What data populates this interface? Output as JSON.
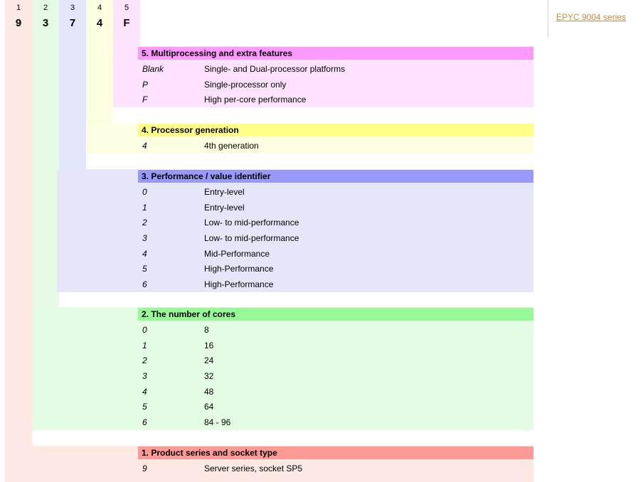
{
  "part_number": {
    "columns": [
      {
        "index": "1",
        "char": "9",
        "band_color": "#fde8e4",
        "header_color": "#fde8e4"
      },
      {
        "index": "2",
        "char": "3",
        "band_color": "#e6fae6",
        "header_color": "#e6fae6"
      },
      {
        "index": "3",
        "char": "7",
        "band_color": "#e4e6fb",
        "header_color": "#e4e6fb"
      },
      {
        "index": "4",
        "char": "4",
        "band_color": "#fdfde0",
        "header_color": "#fdfde0"
      },
      {
        "index": "5",
        "char": "F",
        "band_color": "#fde4fd",
        "header_color": "#fde4fd"
      }
    ]
  },
  "sections": [
    {
      "id": "multiprocessing",
      "number": "5",
      "title": "5. Multiprocessing and extra features",
      "header_color": "#ff99ff",
      "body_color": "#ffe2ff",
      "rows": [
        {
          "key": "Blank",
          "desc": "Single- and Dual-processor platforms"
        },
        {
          "key": "P",
          "desc": "Single-processor only"
        },
        {
          "key": "F",
          "desc": "High per-core performance"
        }
      ]
    },
    {
      "id": "processor-generation",
      "number": "4",
      "title": "4. Processor generation",
      "header_color": "#ffff88",
      "body_color": "#ffffe4",
      "rows": [
        {
          "key": "4",
          "desc": "4th generation"
        }
      ]
    },
    {
      "id": "performance-value-identifier",
      "number": "3",
      "title": "3. Performance / value identifier",
      "header_color": "#9999f9",
      "body_color": "#e6e6fa",
      "rows": [
        {
          "key": "0",
          "desc": "Entry-level"
        },
        {
          "key": "1",
          "desc": "Entry-level"
        },
        {
          "key": "2",
          "desc": "Low- to mid-performance"
        },
        {
          "key": "3",
          "desc": "Low- to mid-performance"
        },
        {
          "key": "4",
          "desc": "Mid-Performance"
        },
        {
          "key": "5",
          "desc": "High-Performance"
        },
        {
          "key": "6",
          "desc": "High-Performance"
        }
      ]
    },
    {
      "id": "number-of-cores",
      "number": "2",
      "title": "2. The number of cores",
      "header_color": "#96fa96",
      "body_color": "#e4fbe4",
      "rows": [
        {
          "key": "0",
          "desc": "8"
        },
        {
          "key": "1",
          "desc": "16"
        },
        {
          "key": "2",
          "desc": "24"
        },
        {
          "key": "3",
          "desc": "32"
        },
        {
          "key": "4",
          "desc": "48"
        },
        {
          "key": "5",
          "desc": "64"
        },
        {
          "key": "6",
          "desc": "84 - 96"
        }
      ]
    },
    {
      "id": "product-series-socket",
      "number": "1",
      "title": "1. Product series and socket type",
      "header_color": "#fd9a96",
      "body_color": "#fde8e4",
      "rows": [
        {
          "key": "9",
          "desc": "Server series, socket SP5"
        }
      ]
    }
  ],
  "link": {
    "label": "EPYC 9004 series",
    "color": "#cc8844"
  }
}
